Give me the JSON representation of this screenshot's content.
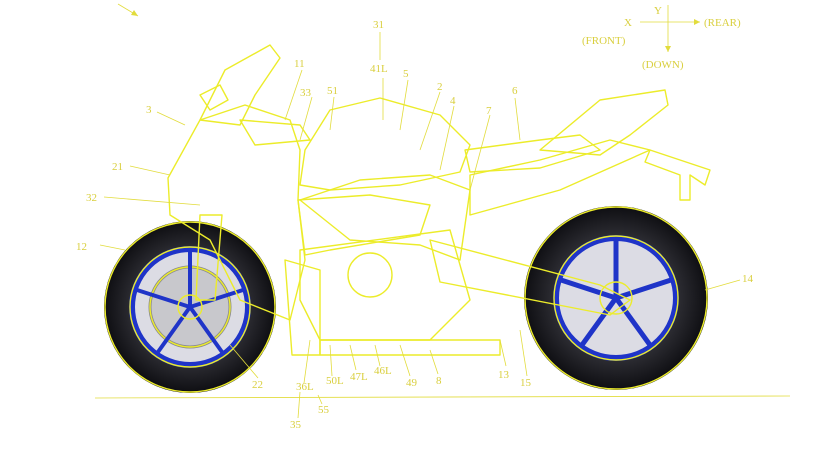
{
  "axes": {
    "x_label": "X",
    "y_label": "Y",
    "front_label": "(FRONT)",
    "rear_label": "(REAR)",
    "down_label": "(DOWN)"
  },
  "callouts": [
    {
      "id": "31",
      "text": "31"
    },
    {
      "id": "41L",
      "text": "41L"
    },
    {
      "id": "11",
      "text": "11"
    },
    {
      "id": "5",
      "text": "5"
    },
    {
      "id": "33",
      "text": "33"
    },
    {
      "id": "51",
      "text": "51"
    },
    {
      "id": "2",
      "text": "2"
    },
    {
      "id": "4",
      "text": "4"
    },
    {
      "id": "7",
      "text": "7"
    },
    {
      "id": "6",
      "text": "6"
    },
    {
      "id": "3",
      "text": "3"
    },
    {
      "id": "21",
      "text": "21"
    },
    {
      "id": "32",
      "text": "32"
    },
    {
      "id": "12",
      "text": "12"
    },
    {
      "id": "14",
      "text": "14"
    },
    {
      "id": "22",
      "text": "22"
    },
    {
      "id": "36L",
      "text": "36L"
    },
    {
      "id": "50L",
      "text": "50L"
    },
    {
      "id": "47L",
      "text": "47L"
    },
    {
      "id": "46L",
      "text": "46L"
    },
    {
      "id": "49",
      "text": "49"
    },
    {
      "id": "8",
      "text": "8"
    },
    {
      "id": "13",
      "text": "13"
    },
    {
      "id": "15",
      "text": "15"
    },
    {
      "id": "55",
      "text": "55"
    },
    {
      "id": "35",
      "text": "35"
    }
  ]
}
